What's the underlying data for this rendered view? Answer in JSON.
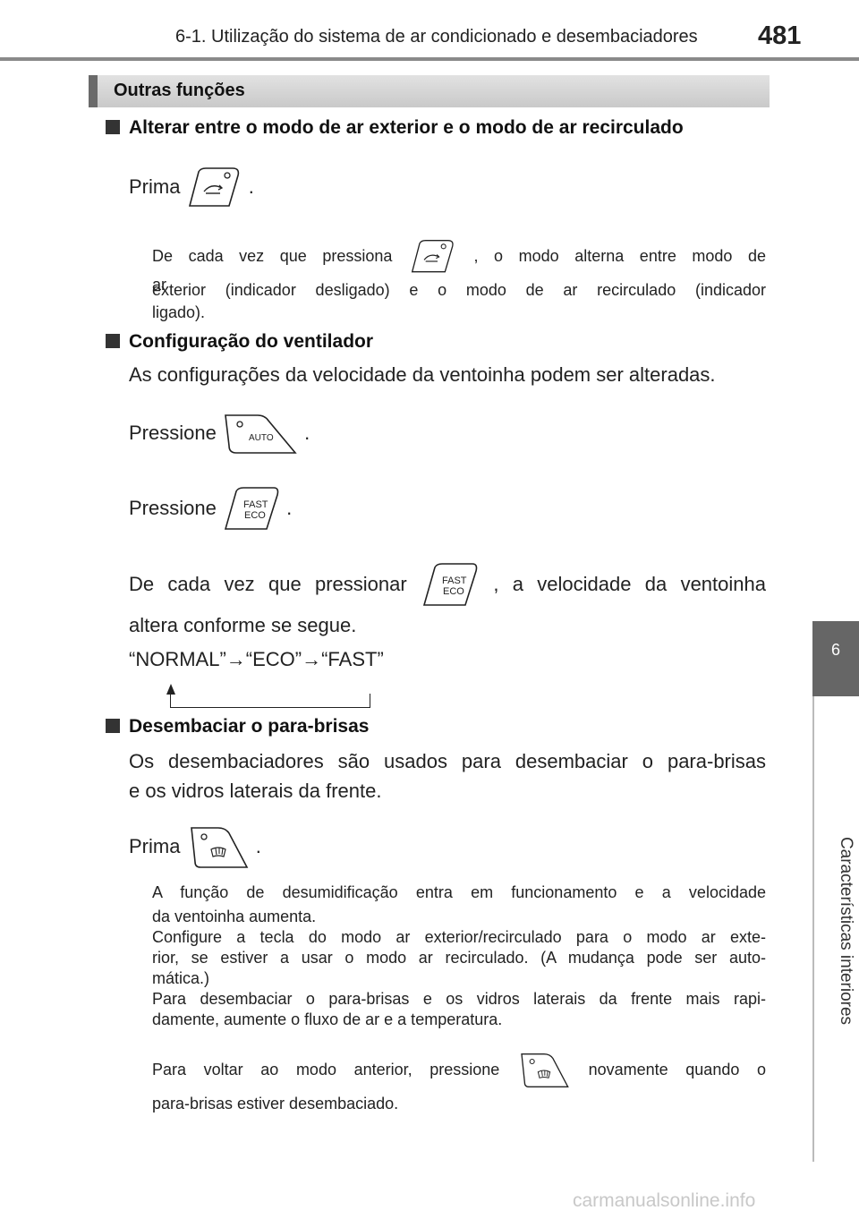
{
  "header": {
    "title": "6-1. Utilização do sistema de ar condicionado e desembaciadores",
    "page_number": "481"
  },
  "side_tab": {
    "number": "6",
    "label": "Características interiores"
  },
  "section": {
    "title": "Outras funções"
  },
  "recirc": {
    "heading": "Alterar entre o modo de ar exterior e o modo de ar recirculado",
    "prima": "Prima",
    "period": ".",
    "note_part1": "De cada vez que pressiona",
    "note_part2": ", o modo alterna entre modo de ar",
    "note_line2": "exterior (indicador desligado) e o modo de ar recirculado (indicador",
    "note_line3": "ligado)."
  },
  "fan": {
    "heading": "Configuração do ventilador",
    "intro": "As configurações da velocidade da ventoinha podem ser alteradas.",
    "press1": "Pressione",
    "press2": "Pressione",
    "period": ".",
    "each_part1": "De cada vez que pressionar",
    "each_part2": ", a velocidade da ventoinha",
    "each_line2": "altera conforme se segue.",
    "cycle": "“NORMAL”→“ECO”→“FAST”",
    "auto_label": "AUTO",
    "fast_label": "FAST",
    "eco_label": "ECO"
  },
  "defog": {
    "heading": "Desembaciar o para-brisas",
    "intro_line1": "Os desembaciadores são usados para desembaciar o para-brisas",
    "intro_line2": "e os vidros laterais da frente.",
    "prima": "Prima",
    "period": ".",
    "note1_line1": "A função de desumidificação entra em funcionamento e a velocidade",
    "note1_line2": "da ventoinha aumenta.",
    "note2_line1": "Configure a tecla do modo ar exterior/recirculado para o modo ar exte-",
    "note2_line2": "rior, se estiver a usar o modo ar recirculado. (A mudança pode ser auto-",
    "note2_line3": "mática.)",
    "note3_line1": "Para desembaciar o para-brisas e os vidros laterais da frente mais rapi-",
    "note3_line2": "damente, aumente o fluxo de ar e a temperatura.",
    "note4_part1": "Para voltar ao modo anterior, pressione",
    "note4_part2": "novamente quando o",
    "note4_line2": "para-brisas estiver desembaciado."
  },
  "watermark": "carmanualsonline.info"
}
